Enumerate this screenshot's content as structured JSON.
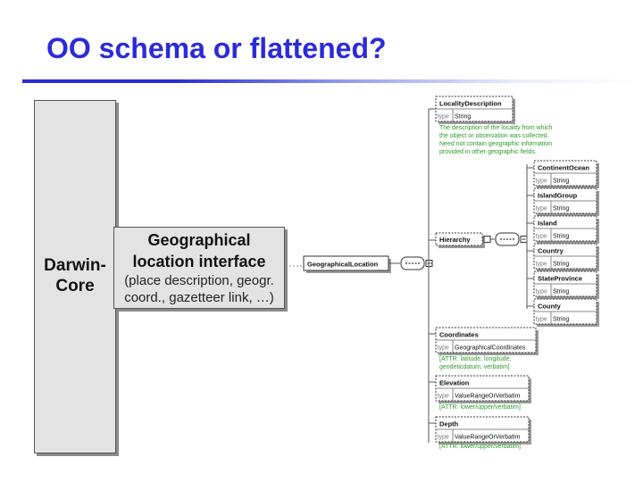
{
  "slide": {
    "title": "OO schema or flattened?",
    "darwin_core_line1": "Darwin-",
    "darwin_core_line2": "Core",
    "geo_title_line1": "Geographical",
    "geo_title_line2": "location interface",
    "geo_desc_line1": "(place description, geogr.",
    "geo_desc_line2": "coord., gazetteer link, …)"
  },
  "schema": {
    "root": "GeographicalLocation",
    "type_label": "type",
    "locality": {
      "name": "LocalityDescription",
      "type": "String",
      "doc": [
        "The description of the locality from which",
        "the object or observation was collected.",
        "Need not contain geographic information",
        "provided in other geographic fields."
      ]
    },
    "hierarchy": "Hierarchy",
    "hierarchy_items": [
      {
        "name": "ContinentOcean",
        "type": "String"
      },
      {
        "name": "IslandGroup",
        "type": "String"
      },
      {
        "name": "Island",
        "type": "String"
      },
      {
        "name": "Country",
        "type": "String"
      },
      {
        "name": "StateProvince",
        "type": "String"
      },
      {
        "name": "County",
        "type": "String"
      }
    ],
    "coordinates": {
      "name": "Coordinates",
      "type": "GeographicalCoordinates",
      "doc": [
        "[ATTR: latitude, longitude,",
        "geodeticdatum, verbatim]"
      ]
    },
    "elevation": {
      "name": "Elevation",
      "type": "ValueRangeOrVerbatim",
      "doc": [
        "[ATTR: lower/upper/verbatim]"
      ]
    },
    "depth": {
      "name": "Depth",
      "type": "ValueRangeOrVerbatim",
      "doc": [
        "[ATTR: lower/upper/verbatim]"
      ]
    }
  },
  "colors": {
    "title": "#2b2bd8",
    "doc_green": "#2a9a2a",
    "box_gray": "#e3e3e3"
  }
}
